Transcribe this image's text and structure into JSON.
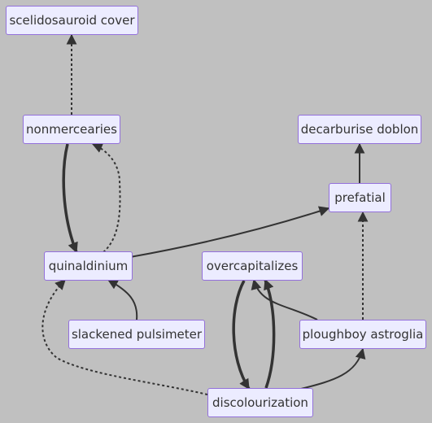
{
  "nodes": {
    "scelidosauroid_cover": "scelidosauroid cover",
    "nonmercearies": "nonmercearies",
    "decarburise_doblon": "decarburise doblon",
    "prefatial": "prefatial",
    "quinaldinium": "quinaldinium",
    "overcapitalizes": "overcapitalizes",
    "slackened_pulsimeter": "slackened pulsimeter",
    "ploughboy_astroglia": "ploughboy astroglia",
    "discolourization": "discolourization"
  },
  "edges": [
    {
      "from": "nonmercearies",
      "to": "scelidosauroid_cover",
      "style": "dotted"
    },
    {
      "from": "nonmercearies",
      "to": "quinaldinium",
      "style": "thick"
    },
    {
      "from": "quinaldinium",
      "to": "nonmercearies",
      "style": "dotted"
    },
    {
      "from": "quinaldinium",
      "to": "prefatial",
      "style": "normal"
    },
    {
      "from": "prefatial",
      "to": "decarburise_doblon",
      "style": "normal"
    },
    {
      "from": "slackened_pulsimeter",
      "to": "quinaldinium",
      "style": "normal"
    },
    {
      "from": "discolourization",
      "to": "quinaldinium",
      "style": "dotted"
    },
    {
      "from": "overcapitalizes",
      "to": "discolourization",
      "style": "thick"
    },
    {
      "from": "discolourization",
      "to": "overcapitalizes",
      "style": "thick"
    },
    {
      "from": "ploughboy_astroglia",
      "to": "overcapitalizes",
      "style": "normal"
    },
    {
      "from": "ploughboy_astroglia",
      "to": "prefatial",
      "style": "dotted"
    },
    {
      "from": "discolourization",
      "to": "ploughboy_astroglia",
      "style": "normal"
    }
  ]
}
